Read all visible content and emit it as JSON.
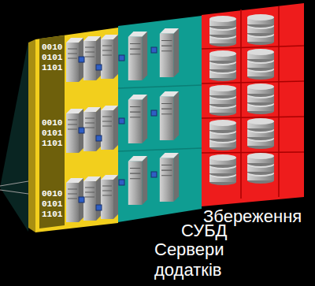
{
  "diagram": {
    "nodes": [
      {
        "text": [
          "0010 0101 1101",
          "0010 0101 1101",
          "0010 0101 1101",
          "Сервери додатків"
        ]
      },
      {
        "text": [
          "СУБД"
        ]
      },
      {
        "text": [
          "Збереження"
        ]
      }
    ]
  }
}
